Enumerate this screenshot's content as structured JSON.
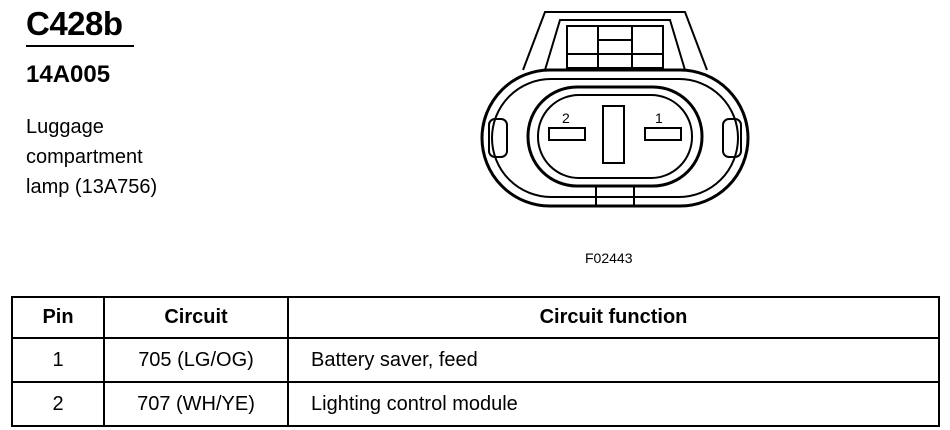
{
  "connector": {
    "id": "C428b",
    "part_number": "14A005",
    "description_lines": [
      "Luggage",
      "compartment",
      "lamp (13A756)"
    ]
  },
  "diagram": {
    "pin_labels": [
      "2",
      "1"
    ],
    "figure_id": "F02443"
  },
  "table": {
    "headers": [
      "Pin",
      "Circuit",
      "Circuit function"
    ],
    "rows": [
      {
        "pin": "1",
        "circuit": "705 (LG/OG)",
        "function": "Battery saver, feed"
      },
      {
        "pin": "2",
        "circuit": "707 (WH/YE)",
        "function": "Lighting control module"
      }
    ]
  }
}
